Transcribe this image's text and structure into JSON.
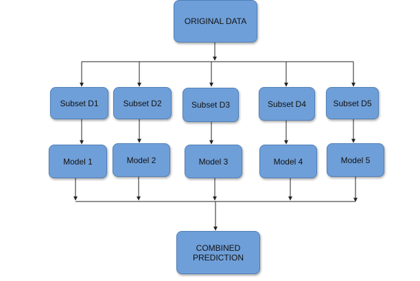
{
  "diagram": {
    "root": {
      "label": "ORIGINAL DATA"
    },
    "subsets": [
      {
        "label": "Subset D1"
      },
      {
        "label": "Subset D2"
      },
      {
        "label": "Subset D3"
      },
      {
        "label": "Subset D4"
      },
      {
        "label": "Subset D5"
      }
    ],
    "models": [
      {
        "label": "Model 1"
      },
      {
        "label": "Model 2"
      },
      {
        "label": "Model 3"
      },
      {
        "label": "Model 4"
      },
      {
        "label": "Model 5"
      }
    ],
    "combined": {
      "label": "COMBINED\nPREDICTION"
    }
  },
  "colors": {
    "node_fill": "#6f9fd8",
    "node_border": "#4f7fb8",
    "line": "#222222"
  }
}
